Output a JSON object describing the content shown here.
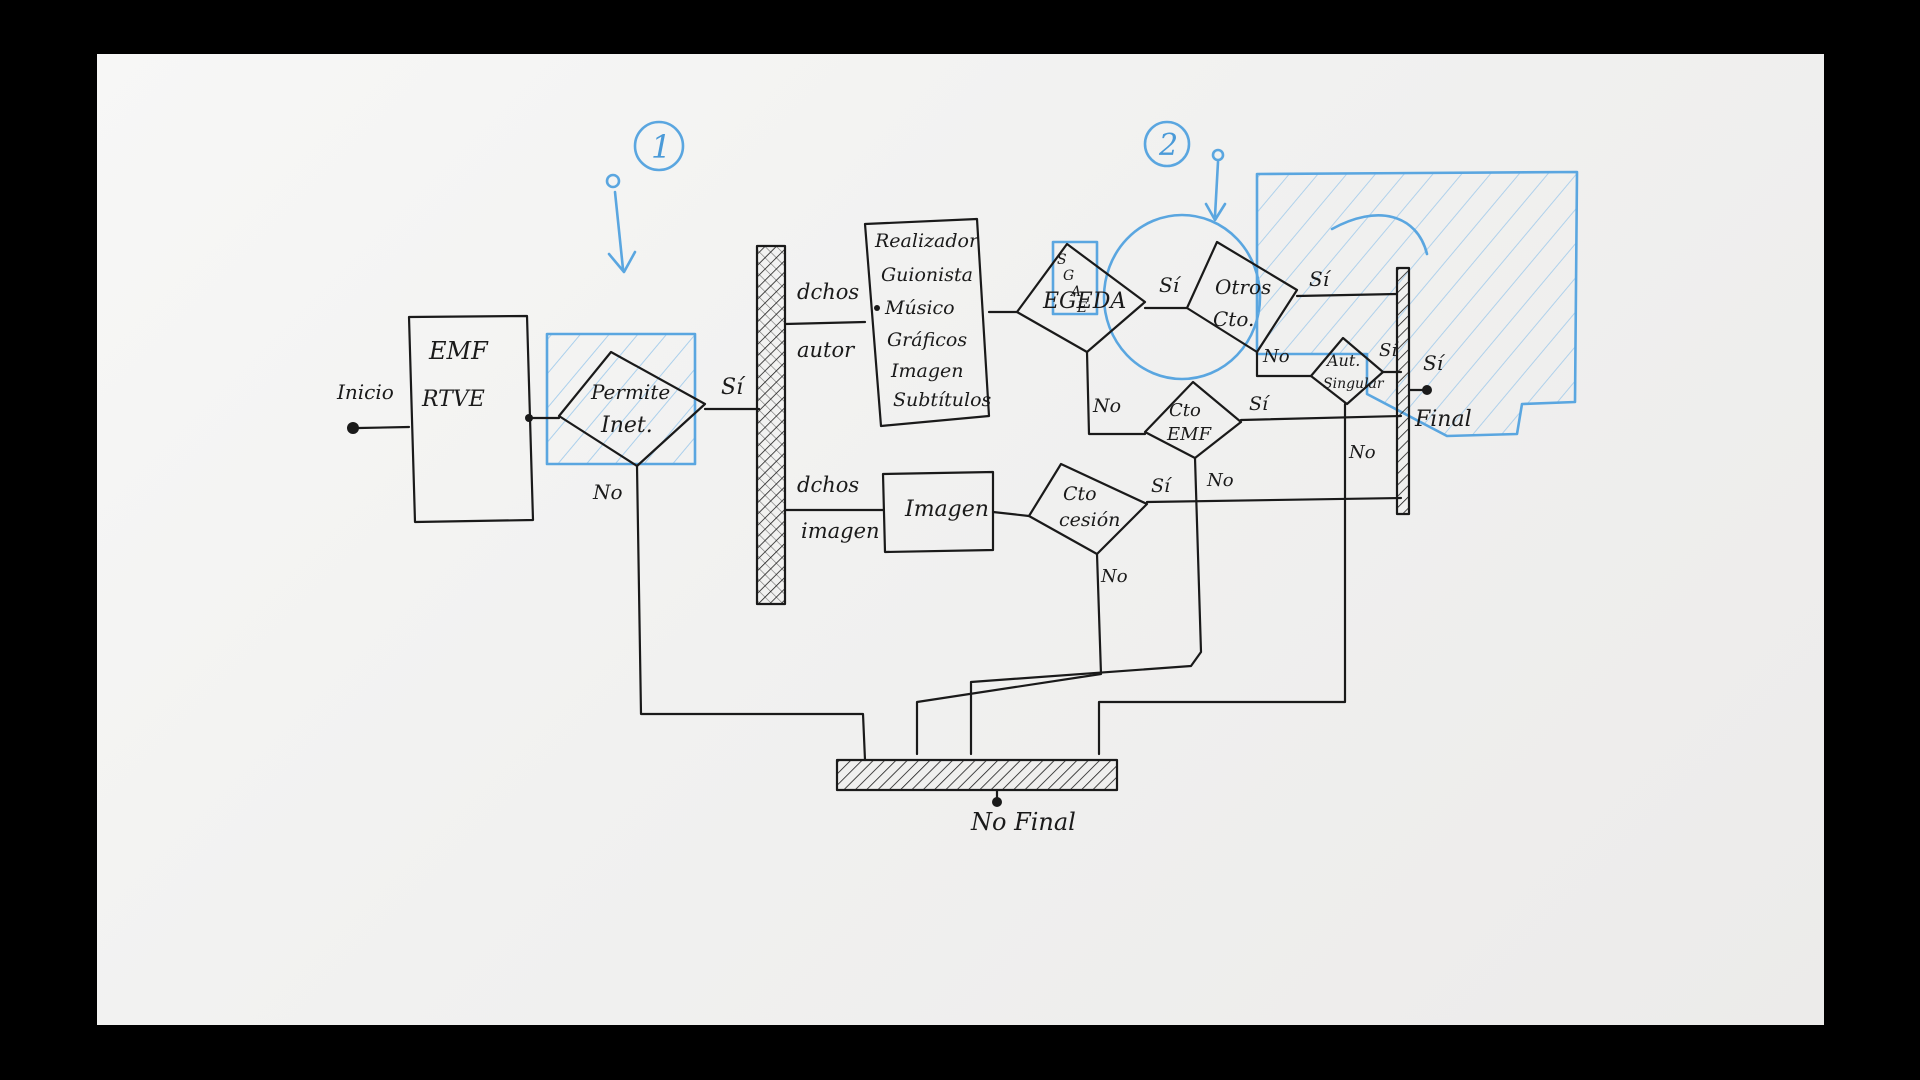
{
  "labels": {
    "inicio": "Inicio",
    "emf": "EMF",
    "rtve": "RTVE",
    "permite": "Permite",
    "inet": "Inet.",
    "si_permite": "Sí",
    "no_permite": "No",
    "dchos_autor_1": "dchos",
    "dchos_autor_2": "autor",
    "dchos_imagen_1": "dchos",
    "dchos_imagen_2": "imagen",
    "roles": [
      "Realizador",
      "Guionista",
      "Músico",
      "Gráficos",
      "Imagen",
      "Subtítulos"
    ],
    "sgae": "SGAE",
    "sgae_letters": [
      "S",
      "G",
      "A",
      "E"
    ],
    "egeda": "EGEDA",
    "si_egeda": "Sí",
    "no_egeda": "No",
    "otros": "Otros",
    "cto": "Cto.",
    "si_otros": "Sí",
    "no_otros": "No",
    "aut_1": "Aut.",
    "aut_2": "Singular",
    "si_aut": "Sí",
    "no_aut": "No",
    "cto_emf_1": "Cto",
    "cto_emf_2": "EMF",
    "si_cto_emf": "Sí",
    "no_cto_emf": "No",
    "imagen_box": "Imagen",
    "cto_cesion_1": "Cto",
    "cto_cesion_2": "cesión",
    "si_cesion": "Sí",
    "no_cesion": "No",
    "si_final": "Sí",
    "final": "Final",
    "no_final": "No Final",
    "marker_1": "1",
    "marker_2": "2"
  },
  "colors": {
    "ink": "#1a1a1a",
    "pencil_blue": "#5aa6e0",
    "paper": "#f4f4f3"
  }
}
